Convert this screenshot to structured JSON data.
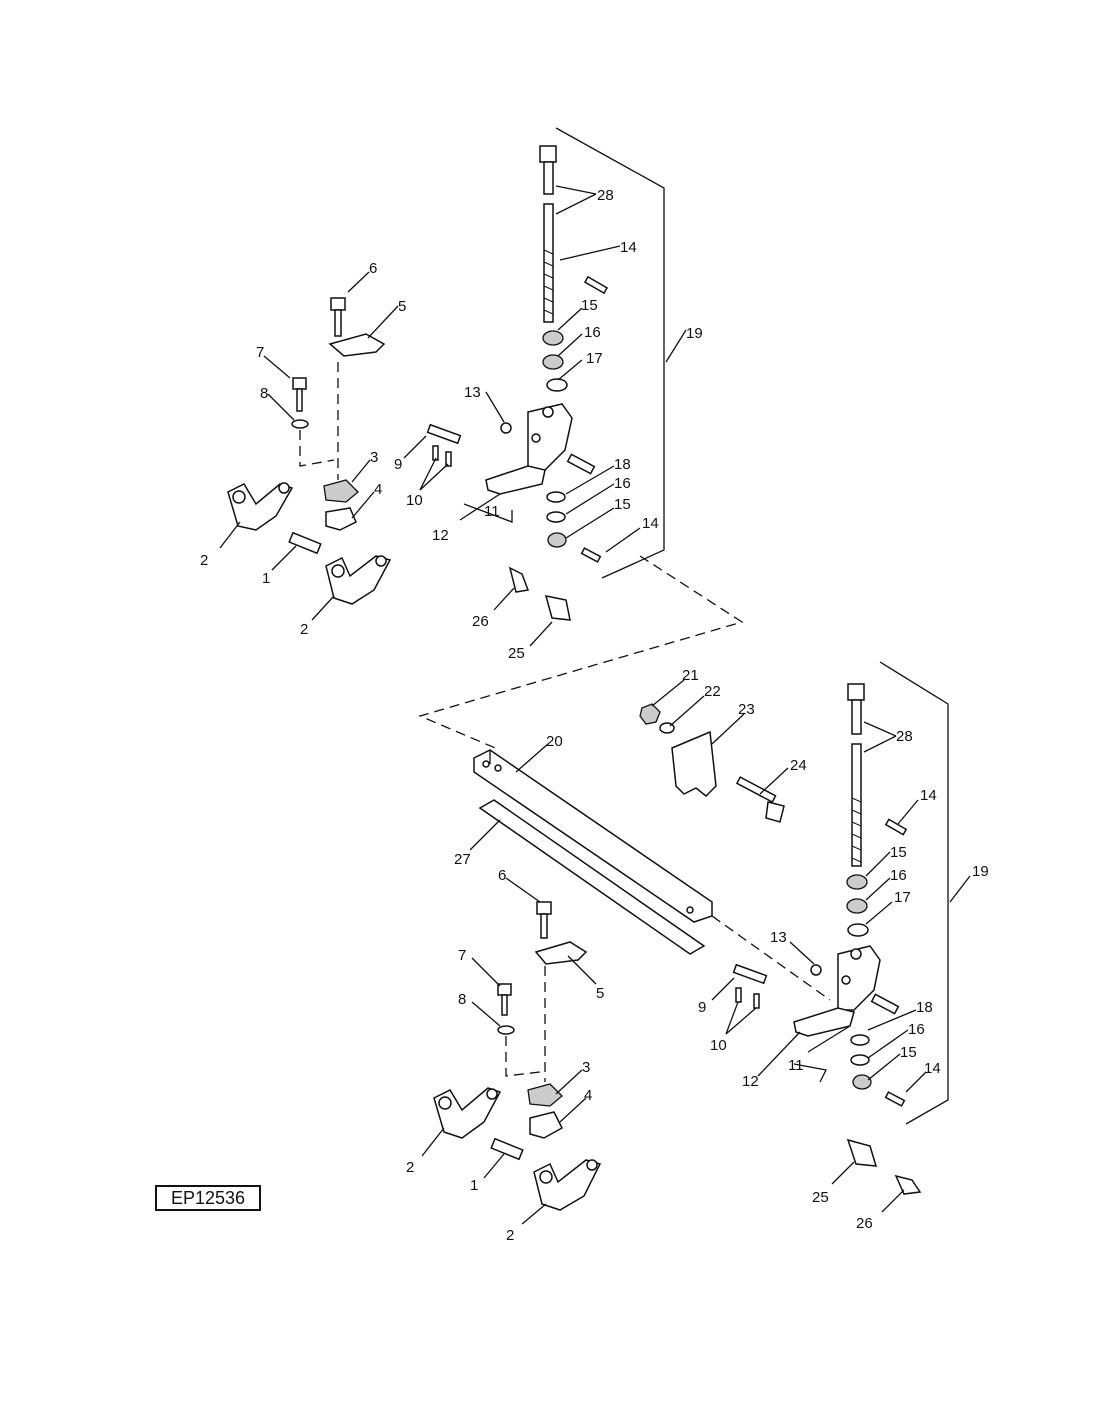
{
  "figure_id": "EP12536",
  "callouts": {
    "top": {
      "c28": "28",
      "c14a": "14",
      "c6": "6",
      "c5": "5",
      "c19": "19",
      "c15a": "15",
      "c16a": "16",
      "c7": "7",
      "c17": "17",
      "c8": "8",
      "c13": "13",
      "c9": "9",
      "c3": "3",
      "c18": "18",
      "c16b": "16",
      "c10": "10",
      "c4": "4",
      "c11": "11",
      "c15b": "15",
      "c12": "12",
      "c14b": "14",
      "c2a": "2",
      "c1": "1",
      "c26": "26",
      "c2b": "2",
      "c25": "25"
    },
    "bottom": {
      "c21": "21",
      "c22": "22",
      "c23": "23",
      "c28": "28",
      "c20": "20",
      "c24": "24",
      "c14a": "14",
      "c15a": "15",
      "c19": "19",
      "c27": "27",
      "c16a": "16",
      "c6": "6",
      "c17": "17",
      "c13": "13",
      "c7": "7",
      "c5": "5",
      "c18": "18",
      "c9": "9",
      "c8": "8",
      "c16b": "16",
      "c15b": "15",
      "c10": "10",
      "c11": "11",
      "c3": "3",
      "c14b": "14",
      "c12": "12",
      "c4": "4",
      "c2a": "2",
      "c1": "1",
      "c25": "25",
      "c26": "26",
      "c2b": "2"
    }
  }
}
